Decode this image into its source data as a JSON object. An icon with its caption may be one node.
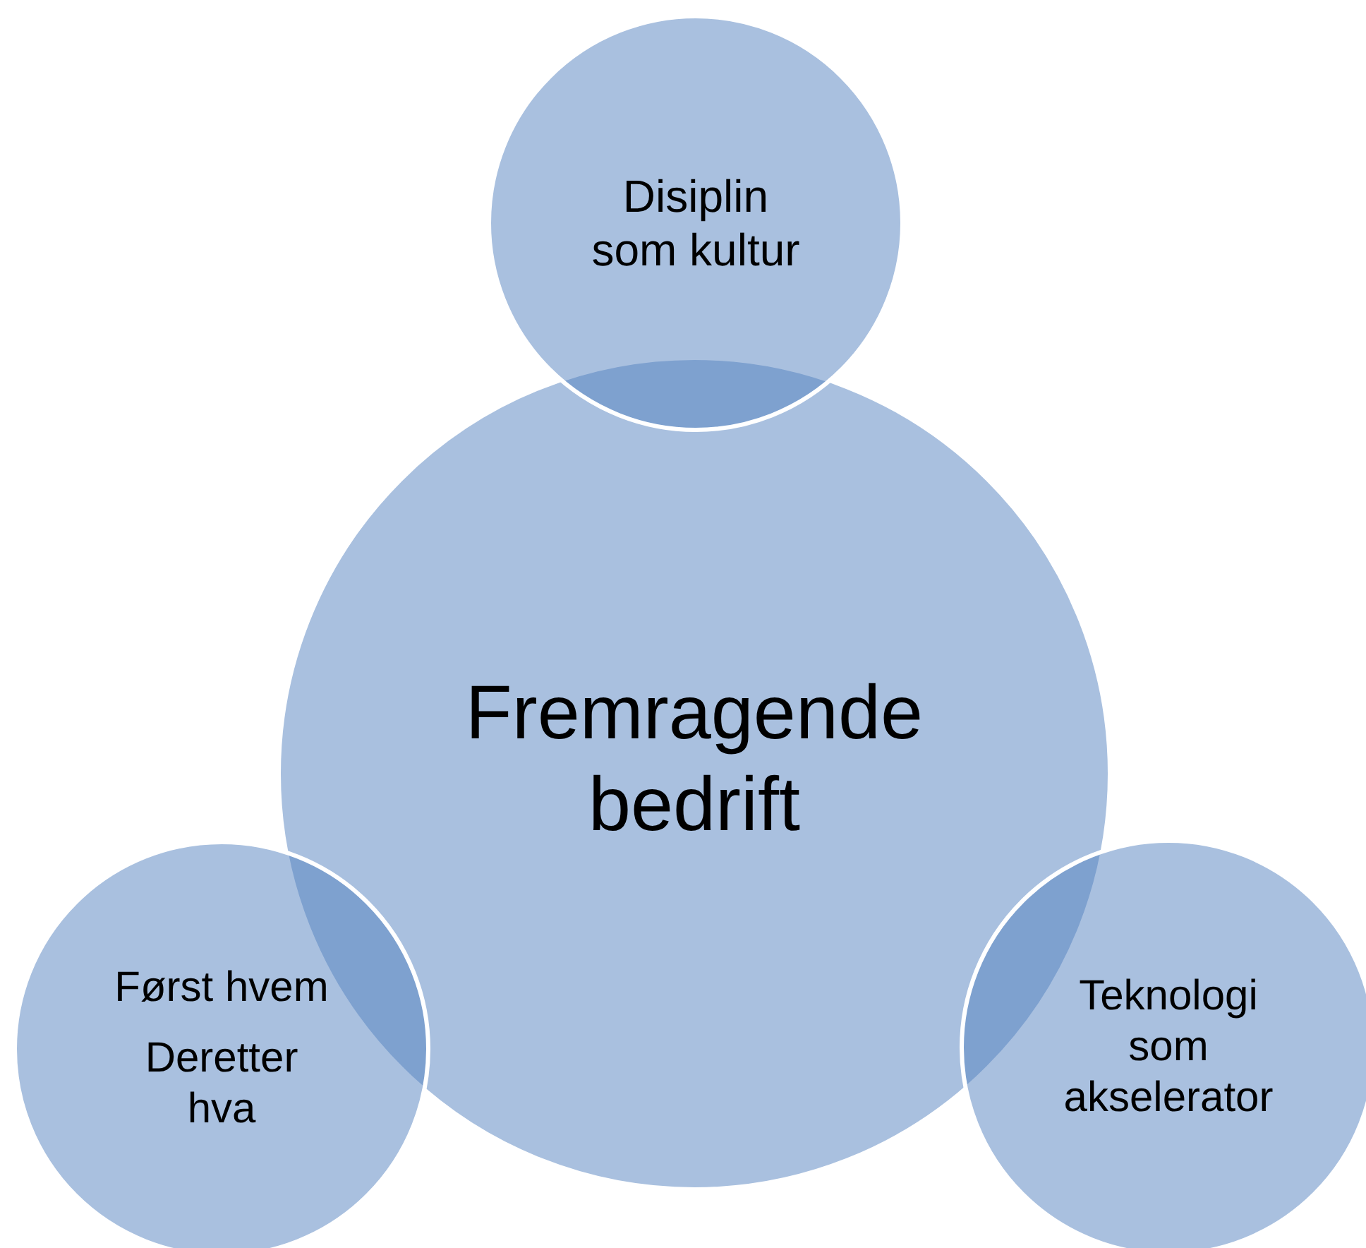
{
  "diagram": {
    "nodes": [
      {
        "text": [
          "Fremragende bedrift"
        ]
      },
      {
        "text": [
          "Disiplin som kultur"
        ]
      },
      {
        "text": [
          "Først hvem",
          "Deretter hva"
        ]
      },
      {
        "text": [
          "Teknologi som akselerator"
        ]
      }
    ]
  }
}
